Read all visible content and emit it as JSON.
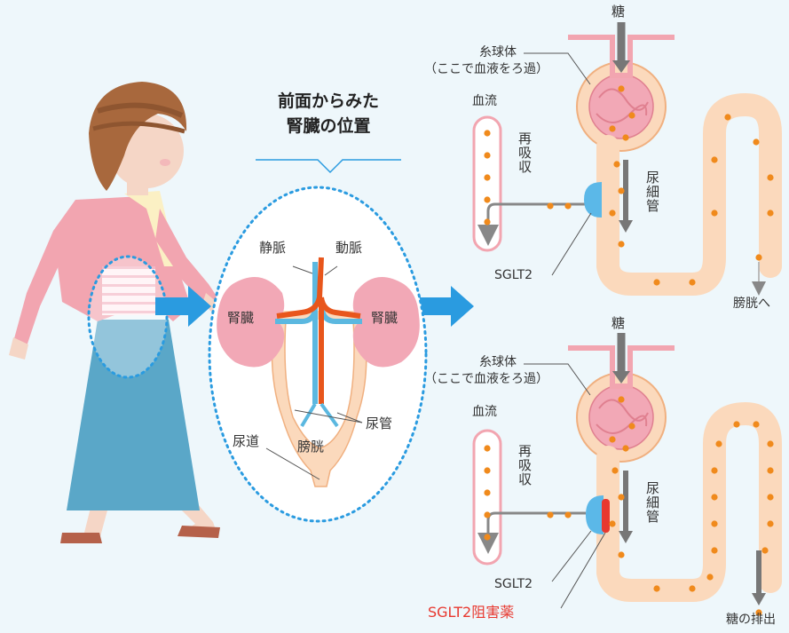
{
  "title": {
    "line1": "前面からみた",
    "line2": "腎臓の位置"
  },
  "kidney_diagram": {
    "vein": "静脈",
    "artery": "動脈",
    "kidney_left": "腎臓",
    "kidney_right": "腎臓",
    "ureter": "尿管",
    "urethra": "尿道",
    "bladder": "膀胱"
  },
  "nephron_top": {
    "sugar": "糖",
    "glomerulus_line1": "糸球体",
    "glomerulus_line2": "（ここで血液をろ過）",
    "blood_flow": "血流",
    "reabsorption": "再吸収",
    "tubule": "尿細管",
    "sglt2": "SGLT2",
    "to_bladder": "膀胱へ"
  },
  "nephron_bottom": {
    "sugar": "糖",
    "glomerulus_line1": "糸球体",
    "glomerulus_line2": "（ここで血液をろ過）",
    "blood_flow": "血流",
    "reabsorption": "再吸収",
    "tubule": "尿細管",
    "sglt2": "SGLT2",
    "inhibitor": "SGLT2阻害薬",
    "excretion": "糖の排出"
  },
  "colors": {
    "artery": "#e8561c",
    "vein": "#5bb8e0",
    "kidney": "#f2a8b6",
    "tubule": "#fbd9bc",
    "tubule_outline": "#f0b080",
    "sugar_dot": "#f08a1c",
    "arrow": "#2a9be0",
    "inhibitor": "#e8382f",
    "sglt2": "#5bb8e8"
  }
}
